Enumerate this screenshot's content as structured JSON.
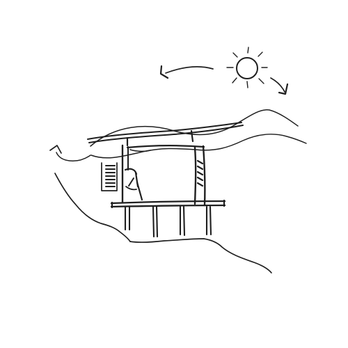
{
  "sketch": {
    "ink_color": "#1f1f1f",
    "background_color": "#ffffff",
    "elements": [
      "sun",
      "sun-path-arrows",
      "wind-airflow-lines",
      "hillside-slope",
      "raised-roof",
      "house-walls",
      "window-louvers",
      "wall-vent-marks",
      "floor-platform",
      "support-stilts",
      "person-figure"
    ]
  }
}
